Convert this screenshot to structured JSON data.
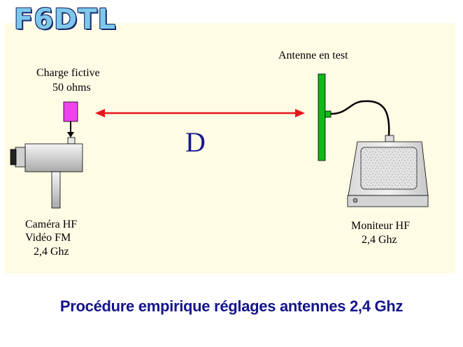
{
  "logo": "F6DTL",
  "labels": {
    "dummy_load_line1": "Charge fictive",
    "dummy_load_line2": "50 ohms",
    "antenna": "Antenne en test",
    "distance": "D",
    "camera_line1": "Caméra HF",
    "camera_line2": "Vidéo FM",
    "camera_line3": "2,4 Ghz",
    "monitor_line1": "Moniteur HF",
    "monitor_line2": "2,4 Ghz"
  },
  "caption": "Procédure empirique réglages antennes 2,4 Ghz",
  "colors": {
    "panel": "#fffce6",
    "arrow": "#e8141c",
    "antenna": "#10b818",
    "dummy_load": "#ee44ee",
    "caption": "#14148c",
    "distance_text": "#1a1a8c"
  }
}
